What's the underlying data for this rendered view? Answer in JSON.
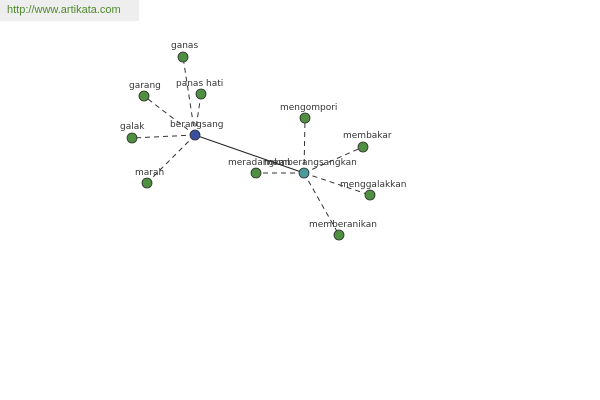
{
  "watermark": {
    "text": "http://www.artikata.com"
  },
  "colors": {
    "leaf_node": "#4e8f42",
    "hub_primary": "#3b4ea0",
    "hub_secondary": "#4c9a9c",
    "node_stroke": "#2e2e2e"
  },
  "graph": {
    "nodes": [
      {
        "id": "berangsang",
        "label": "berangsang",
        "kind": "hub_primary"
      },
      {
        "id": "memberangsangkan",
        "label": "memberangsangkan",
        "kind": "hub_secondary"
      },
      {
        "id": "ganas",
        "label": "ganas",
        "kind": "leaf"
      },
      {
        "id": "panas-hati",
        "label": "panas hati",
        "kind": "leaf"
      },
      {
        "id": "garang",
        "label": "garang",
        "kind": "leaf"
      },
      {
        "id": "galak",
        "label": "galak",
        "kind": "leaf"
      },
      {
        "id": "marah",
        "label": "marah",
        "kind": "leaf"
      },
      {
        "id": "mengompori",
        "label": "mengompori",
        "kind": "leaf"
      },
      {
        "id": "membakar",
        "label": "membakar",
        "kind": "leaf"
      },
      {
        "id": "meradangkan",
        "label": "meradangkan",
        "kind": "leaf"
      },
      {
        "id": "menggalakkan",
        "label": "menggalakkan",
        "kind": "leaf"
      },
      {
        "id": "memberanikan",
        "label": "memberanikan",
        "kind": "leaf"
      }
    ],
    "edges": [
      {
        "from": "berangsang",
        "to": "ganas",
        "style": "dashed"
      },
      {
        "from": "berangsang",
        "to": "panas-hati",
        "style": "dashed"
      },
      {
        "from": "berangsang",
        "to": "garang",
        "style": "dashed"
      },
      {
        "from": "berangsang",
        "to": "galak",
        "style": "dashed"
      },
      {
        "from": "berangsang",
        "to": "marah",
        "style": "dashed"
      },
      {
        "from": "berangsang",
        "to": "memberangsangkan",
        "style": "solid"
      },
      {
        "from": "memberangsangkan",
        "to": "mengompori",
        "style": "dashed"
      },
      {
        "from": "memberangsangkan",
        "to": "membakar",
        "style": "dashed"
      },
      {
        "from": "memberangsangkan",
        "to": "meradangkan",
        "style": "dashed"
      },
      {
        "from": "memberangsangkan",
        "to": "menggalakkan",
        "style": "dashed"
      },
      {
        "from": "memberangsangkan",
        "to": "memberanikan",
        "style": "dashed"
      }
    ]
  }
}
